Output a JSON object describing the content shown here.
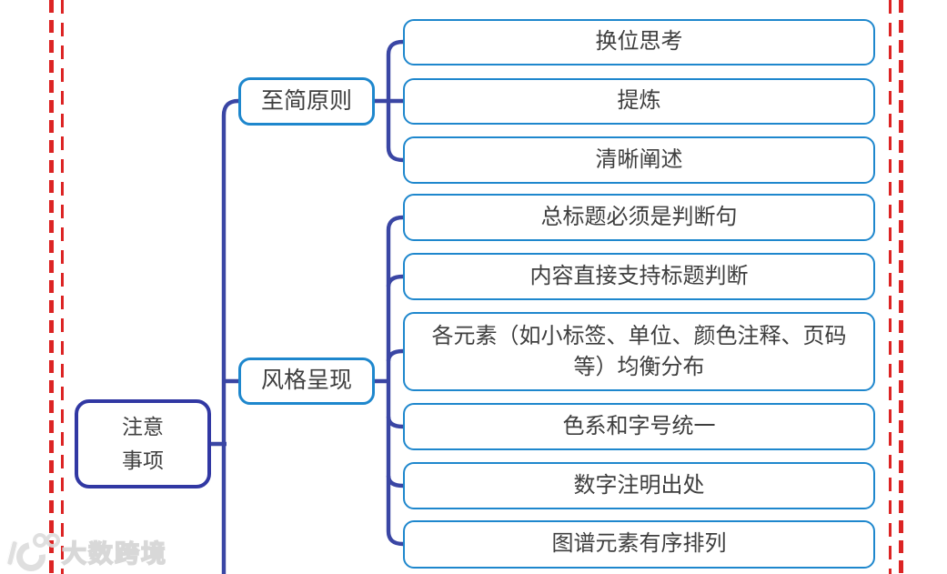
{
  "diagram": {
    "type": "mindmap",
    "root": {
      "label": "注意事项"
    },
    "branches": [
      {
        "label": "至简原则",
        "children": [
          "换位思考",
          "提炼",
          "清晰阐述"
        ]
      },
      {
        "label": "风格呈现",
        "children": [
          "总标题必须是判断句",
          "内容直接支持标题判断",
          "各元素（如小标签、单位、颜色注释、页码等）均衡分布",
          "色系和字号统一",
          "数字注明出处",
          "图谱元素有序排列"
        ]
      }
    ],
    "colors": {
      "leaf_border": "#1e87cd",
      "root_border": "#3138a3",
      "connector": "#3a46a4",
      "cut_line": "#dc2424",
      "text": "#3e3e3e"
    }
  },
  "watermark": {
    "brand": "大数跨境"
  }
}
